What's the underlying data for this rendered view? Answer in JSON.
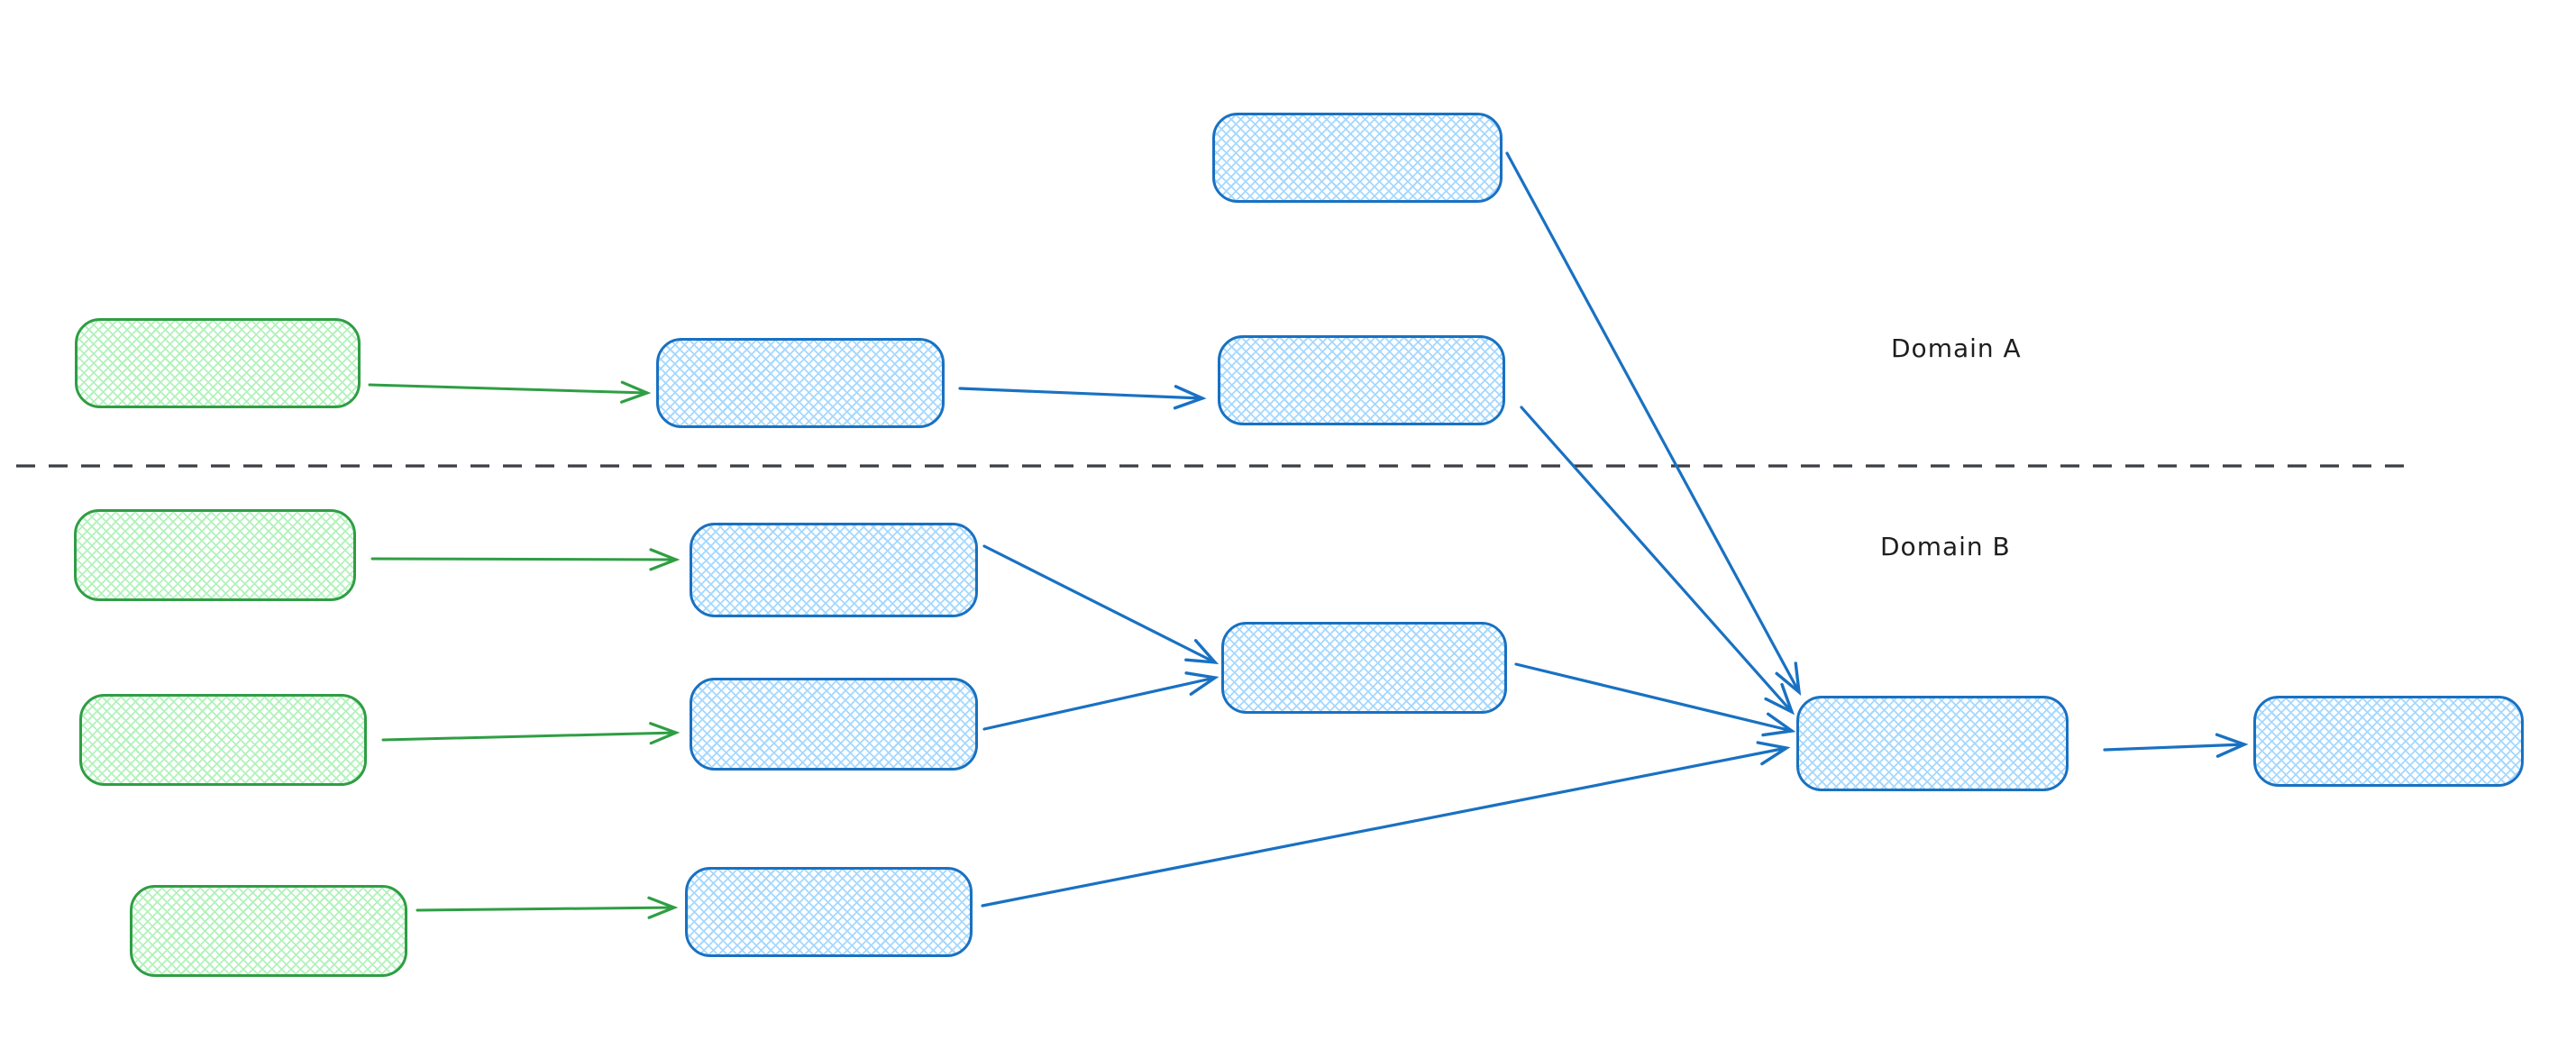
{
  "labels": {
    "domain_a": "Domain A",
    "domain_b": "Domain B"
  },
  "colors": {
    "background": "#ffffff",
    "green_border": "#2f9e44",
    "green_fill": "#b2f2bb",
    "blue_border": "#1971c2",
    "blue_fill": "#a5d8ff",
    "divider": "#3a3f44",
    "text": "#1e1e1e"
  },
  "diagram": {
    "type": "flow-diagram",
    "regions": [
      {
        "id": "domain-a",
        "label": "Domain A",
        "position": "above-dashed-divider"
      },
      {
        "id": "domain-b",
        "label": "Domain B",
        "position": "below-dashed-divider"
      }
    ],
    "nodes": [
      {
        "id": "box-domain-a-top",
        "color": "blue",
        "region": "domain-a",
        "text": ""
      },
      {
        "id": "box-domain-a-source",
        "color": "green",
        "region": "domain-a",
        "text": ""
      },
      {
        "id": "box-domain-a-mid",
        "color": "blue",
        "region": "domain-a",
        "text": ""
      },
      {
        "id": "box-domain-a-right",
        "color": "blue",
        "region": "domain-a",
        "text": ""
      },
      {
        "id": "box-domain-b-source-1",
        "color": "green",
        "region": "domain-b",
        "text": ""
      },
      {
        "id": "box-domain-b-mid-1",
        "color": "blue",
        "region": "domain-b",
        "text": ""
      },
      {
        "id": "box-domain-b-source-2",
        "color": "green",
        "region": "domain-b",
        "text": ""
      },
      {
        "id": "box-domain-b-mid-2",
        "color": "blue",
        "region": "domain-b",
        "text": ""
      },
      {
        "id": "box-domain-b-join",
        "color": "blue",
        "region": "domain-b",
        "text": ""
      },
      {
        "id": "box-domain-b-source-3",
        "color": "green",
        "region": "domain-b",
        "text": ""
      },
      {
        "id": "box-domain-b-mid-3",
        "color": "blue",
        "region": "domain-b",
        "text": ""
      },
      {
        "id": "box-main-join",
        "color": "blue",
        "region": "domain-b",
        "text": ""
      },
      {
        "id": "box-output",
        "color": "blue",
        "region": "domain-b",
        "text": ""
      }
    ],
    "edges": [
      {
        "from": "box-domain-a-source",
        "to": "box-domain-a-mid",
        "color": "green"
      },
      {
        "from": "box-domain-a-mid",
        "to": "box-domain-a-right",
        "color": "blue"
      },
      {
        "from": "box-domain-a-top",
        "to": "box-main-join",
        "color": "blue"
      },
      {
        "from": "box-domain-a-right",
        "to": "box-main-join",
        "color": "blue"
      },
      {
        "from": "box-domain-b-source-1",
        "to": "box-domain-b-mid-1",
        "color": "green"
      },
      {
        "from": "box-domain-b-source-2",
        "to": "box-domain-b-mid-2",
        "color": "green"
      },
      {
        "from": "box-domain-b-source-3",
        "to": "box-domain-b-mid-3",
        "color": "green"
      },
      {
        "from": "box-domain-b-mid-1",
        "to": "box-domain-b-join",
        "color": "blue"
      },
      {
        "from": "box-domain-b-mid-2",
        "to": "box-domain-b-join",
        "color": "blue"
      },
      {
        "from": "box-domain-b-join",
        "to": "box-main-join",
        "color": "blue"
      },
      {
        "from": "box-domain-b-mid-3",
        "to": "box-main-join",
        "color": "blue"
      },
      {
        "from": "box-main-join",
        "to": "box-output",
        "color": "blue"
      }
    ]
  }
}
